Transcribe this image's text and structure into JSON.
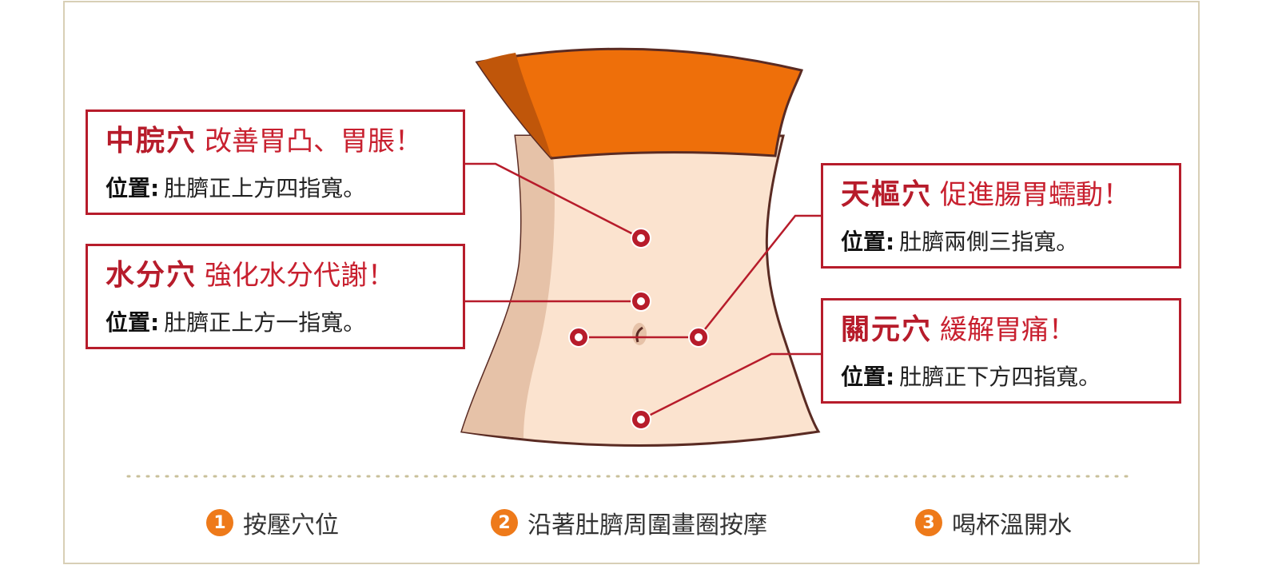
{
  "callouts": {
    "zhongwan": {
      "name": "中脘穴",
      "benefit": "改善胃凸、胃脹！",
      "location_label": "位置:",
      "location": "肚臍正上方四指寬。"
    },
    "shuifen": {
      "name": "水分穴",
      "benefit": "強化水分代謝！",
      "location_label": "位置:",
      "location": "肚臍正上方一指寬。"
    },
    "tianshu": {
      "name": "天樞穴",
      "benefit": "促進腸胃蠕動！",
      "location_label": "位置:",
      "location": "肚臍兩側三指寬。"
    },
    "guanyuan": {
      "name": "關元穴",
      "benefit": "緩解胃痛！",
      "location_label": "位置:",
      "location": "肚臍正下方四指寬。"
    }
  },
  "steps": [
    {
      "num": "1",
      "text": "按壓穴位"
    },
    {
      "num": "2",
      "text": "沿著肚臍周圍畫圈按摩"
    },
    {
      "num": "3",
      "text": "喝杯溫開水"
    }
  ],
  "colors": {
    "accent_red": "#b71c2b",
    "shirt_orange": "#ee6f0a",
    "skin": "#fbe3cf",
    "step_orange": "#ee7a1a",
    "frame": "#d8cfb6"
  },
  "icons": {
    "acupoint": "acupoint-marker-icon",
    "navel": "navel-icon"
  }
}
